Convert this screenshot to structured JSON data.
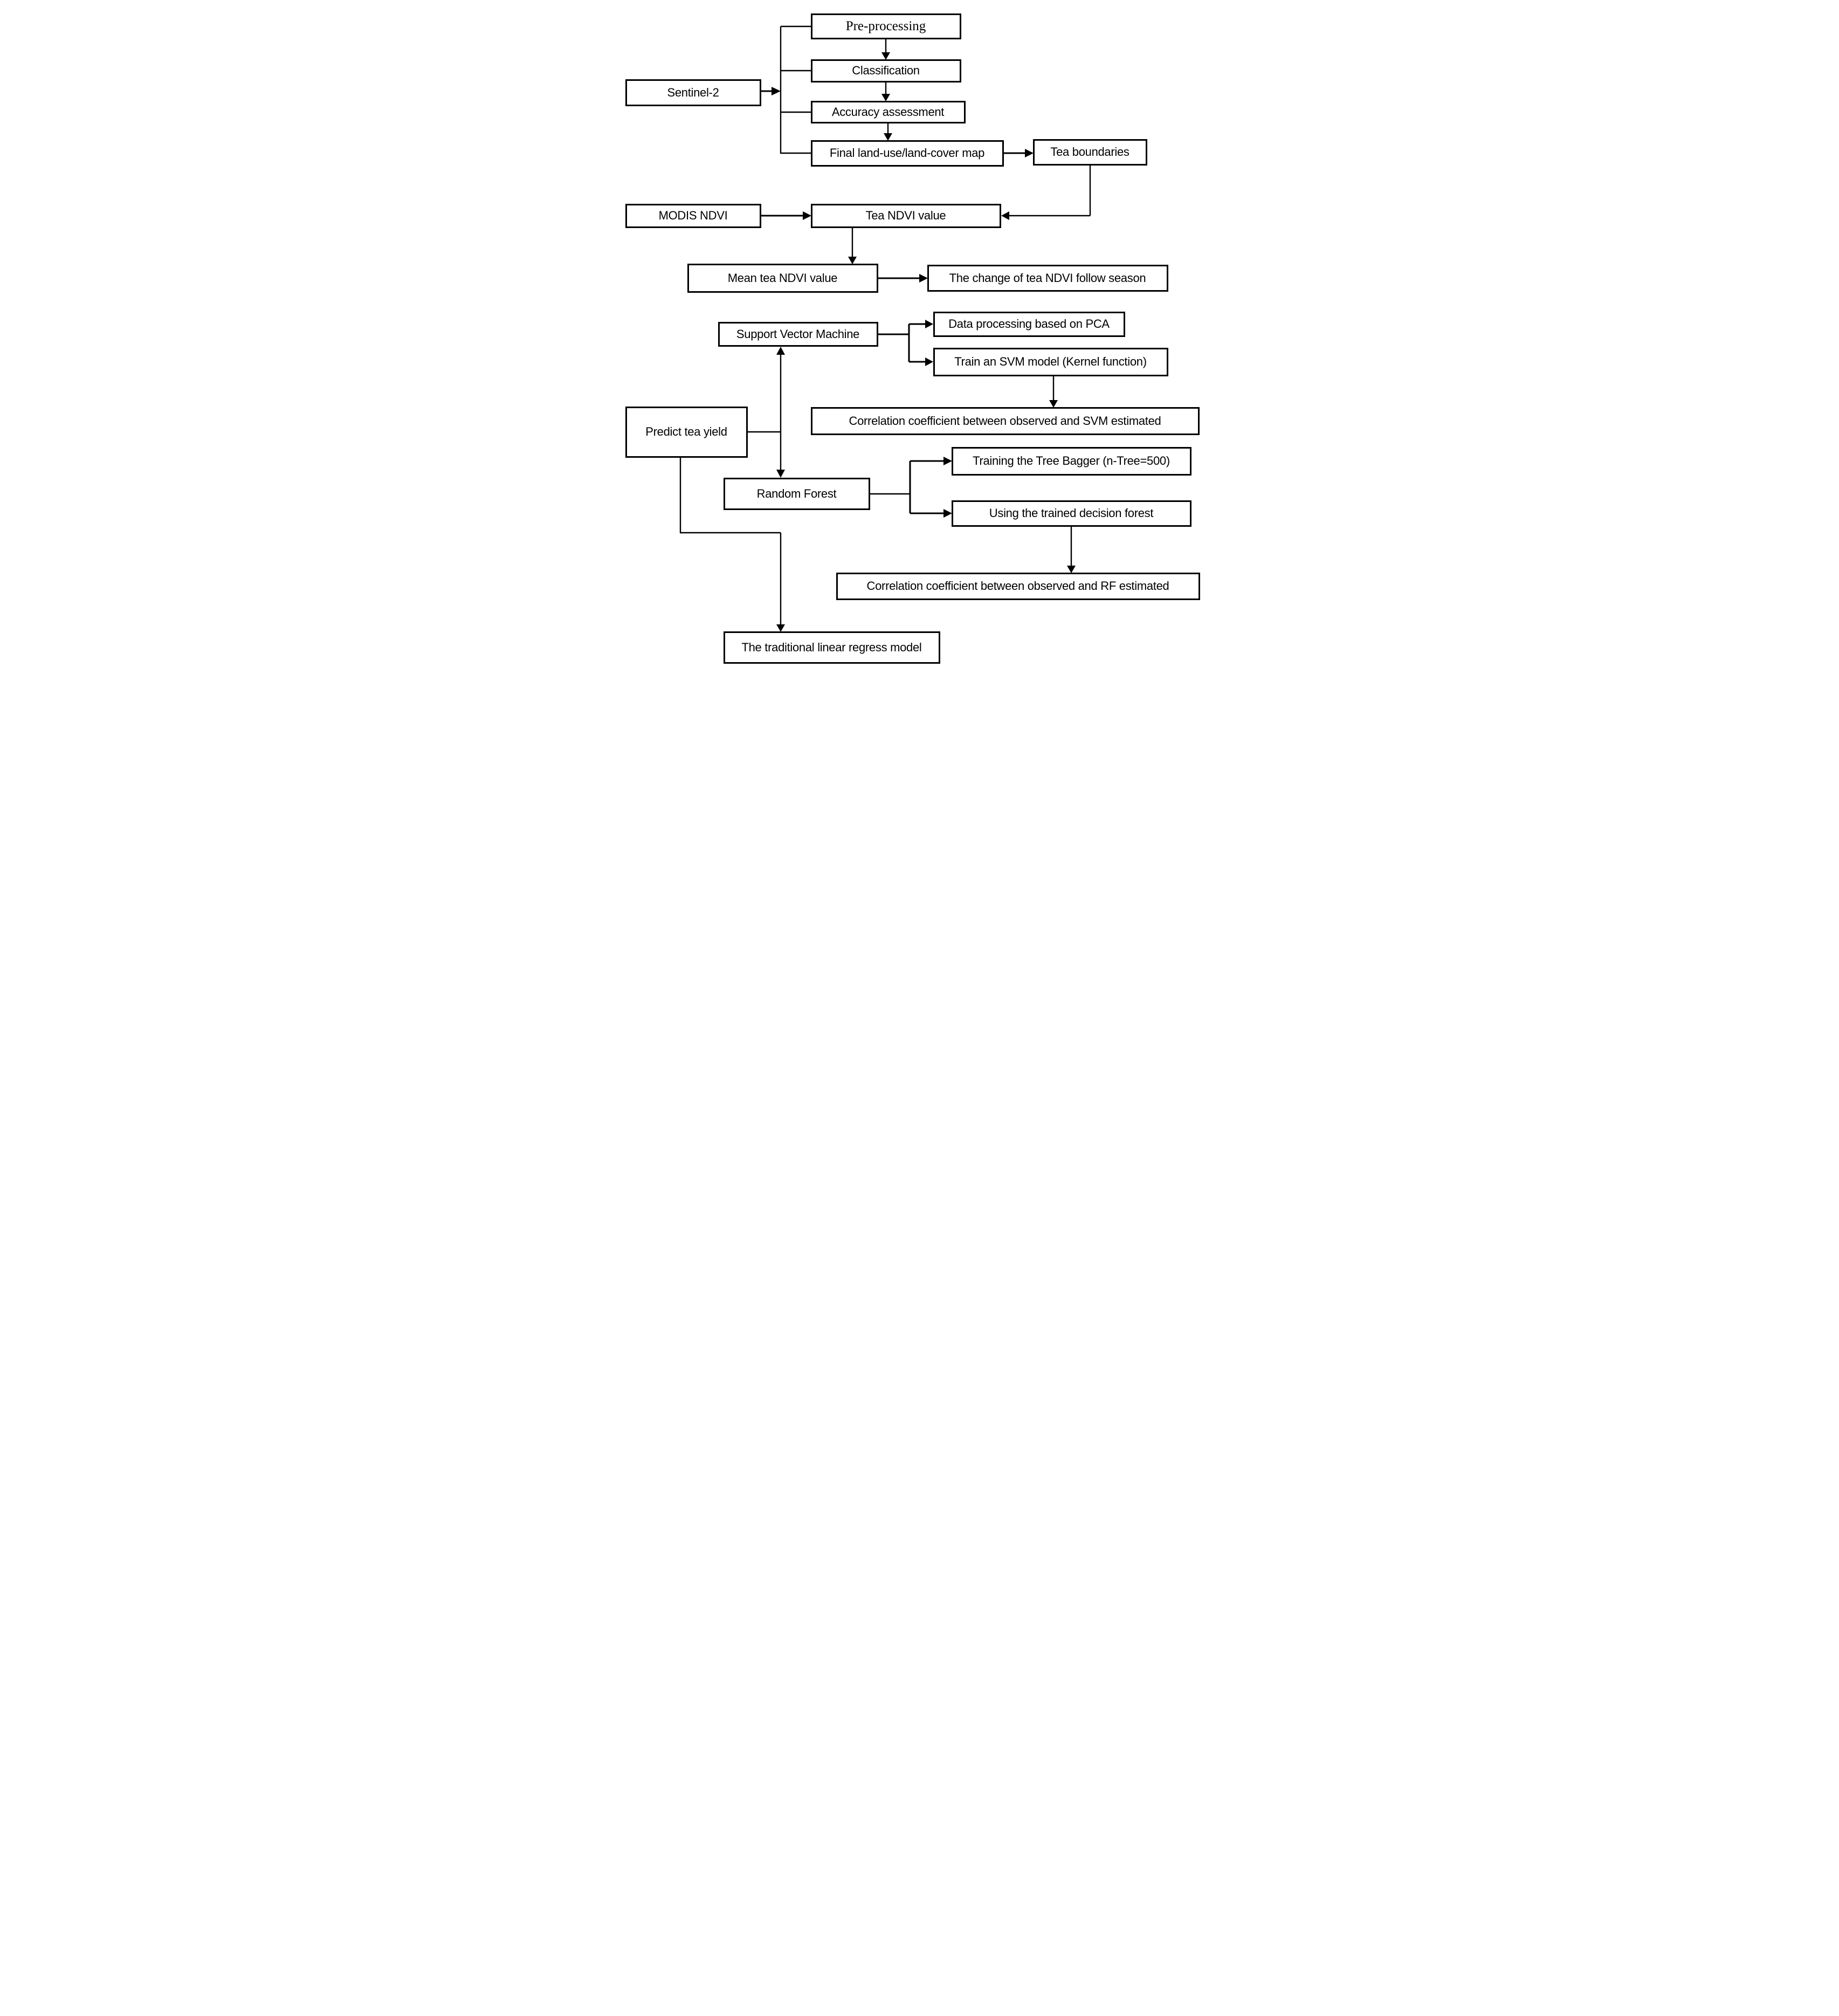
{
  "diagram": {
    "colors": {
      "line": "#000000",
      "box_border": "#000000",
      "background": "#ffffff",
      "text": "#000000"
    },
    "nodes": {
      "sentinel2": {
        "label": "Sentinel-2"
      },
      "preprocessing": {
        "label": "Pre-processing"
      },
      "classification": {
        "label": "Classification"
      },
      "accuracy": {
        "label": "Accuracy assessment"
      },
      "final_map": {
        "label": "Final land-use/land-cover map"
      },
      "tea_boundaries": {
        "label": "Tea boundaries"
      },
      "modis_ndvi": {
        "label": "MODIS NDVI"
      },
      "tea_ndvi": {
        "label": "Tea NDVI value"
      },
      "mean_ndvi": {
        "label": "Mean tea NDVI value"
      },
      "ndvi_change": {
        "label": "The change of tea NDVI follow season"
      },
      "svm": {
        "label": "Support Vector Machine"
      },
      "pca": {
        "label": "Data processing based on PCA"
      },
      "train_svm": {
        "label": "Train an SVM model (Kernel function)"
      },
      "predict": {
        "label": "Predict tea yield"
      },
      "corr_svm": {
        "label": "Correlation coefficient between observed and SVM estimated"
      },
      "random_forest": {
        "label": "Random Forest"
      },
      "tree_bagger": {
        "label": "Training the Tree Bagger (n-Tree=500)"
      },
      "use_forest": {
        "label": "Using the trained decision forest"
      },
      "corr_rf": {
        "label": "Correlation coefficient between observed and RF estimated"
      },
      "linear_model": {
        "label": "The traditional linear regress model"
      }
    },
    "edges": [
      {
        "from": "sentinel2",
        "to": "preprocessing"
      },
      {
        "from": "sentinel2",
        "to": "classification"
      },
      {
        "from": "sentinel2",
        "to": "accuracy"
      },
      {
        "from": "sentinel2",
        "to": "final_map"
      },
      {
        "from": "preprocessing",
        "to": "classification"
      },
      {
        "from": "classification",
        "to": "accuracy"
      },
      {
        "from": "accuracy",
        "to": "final_map"
      },
      {
        "from": "final_map",
        "to": "tea_boundaries"
      },
      {
        "from": "tea_boundaries",
        "to": "tea_ndvi"
      },
      {
        "from": "modis_ndvi",
        "to": "tea_ndvi"
      },
      {
        "from": "tea_ndvi",
        "to": "mean_ndvi"
      },
      {
        "from": "mean_ndvi",
        "to": "ndvi_change"
      },
      {
        "from": "predict",
        "to": "svm"
      },
      {
        "from": "svm",
        "to": "pca"
      },
      {
        "from": "svm",
        "to": "train_svm"
      },
      {
        "from": "train_svm",
        "to": "corr_svm"
      },
      {
        "from": "predict",
        "to": "random_forest"
      },
      {
        "from": "random_forest",
        "to": "tree_bagger"
      },
      {
        "from": "random_forest",
        "to": "use_forest"
      },
      {
        "from": "use_forest",
        "to": "corr_rf"
      },
      {
        "from": "predict",
        "to": "linear_model"
      }
    ]
  }
}
